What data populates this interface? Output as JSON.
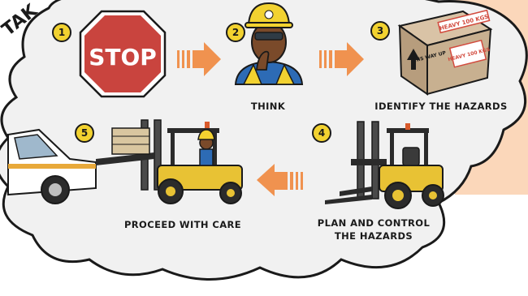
{
  "header": {
    "title_fragment": "TAK"
  },
  "steps": [
    {
      "number": "1",
      "sign_text": "STOP"
    },
    {
      "number": "2",
      "label": "THINK"
    },
    {
      "number": "3",
      "label": "IDENTIFY THE HAZARDS",
      "box_label": "HEAVY 100 KGS",
      "box_side_label": "HEAVY 100 KGS",
      "box_arrow_text": "THIS WAY UP"
    },
    {
      "number": "4",
      "label_line1": "PLAN AND CONTROL",
      "label_line2": "THE HAZARDS"
    },
    {
      "number": "5",
      "label": "PROCEED WITH CARE"
    }
  ],
  "colors": {
    "stop_red": "#c9443e",
    "arrow_orange": "#f0924f",
    "forklift_yellow": "#e8c234",
    "cloud_fill": "#f1f1f1",
    "peach_bg": "#fbd7ba"
  }
}
